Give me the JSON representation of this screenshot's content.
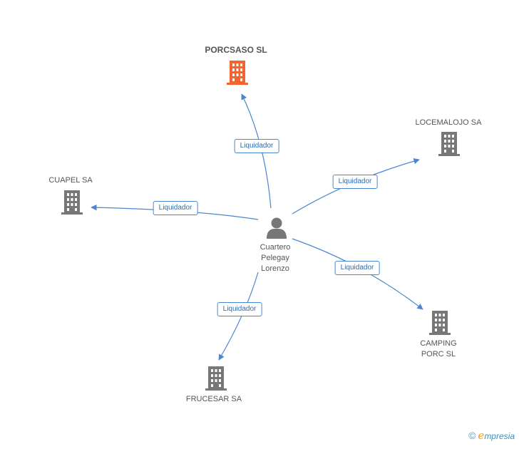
{
  "center": {
    "name_lines": [
      "Cuartero",
      "Pelegay",
      "Lorenzo"
    ],
    "icon": "person-icon"
  },
  "companies": {
    "porcsaso": {
      "name": "PORCSASO SL",
      "color": "#f26430",
      "icon": "building-icon"
    },
    "locemalojo": {
      "name": "LOCEMALOJO SA",
      "color": "#777777",
      "icon": "building-icon"
    },
    "cuapel": {
      "name": "CUAPEL SA",
      "color": "#777777",
      "icon": "building-icon"
    },
    "camping": {
      "name_lines": [
        "CAMPING",
        "PORC SL"
      ],
      "color": "#777777",
      "icon": "building-icon"
    },
    "frucesar": {
      "name": "FRUCESAR SA",
      "color": "#777777",
      "icon": "building-icon"
    }
  },
  "edges": [
    {
      "target": "porcsaso",
      "label": "Liquidador"
    },
    {
      "target": "locemalojo",
      "label": "Liquidador"
    },
    {
      "target": "cuapel",
      "label": "Liquidador"
    },
    {
      "target": "camping",
      "label": "Liquidador"
    },
    {
      "target": "frucesar",
      "label": "Liquidador"
    }
  ],
  "colors": {
    "edge": "#4a86d0"
  },
  "brand": {
    "copyright_symbol": "©",
    "e_letter": "e",
    "rest": "mpresia"
  }
}
